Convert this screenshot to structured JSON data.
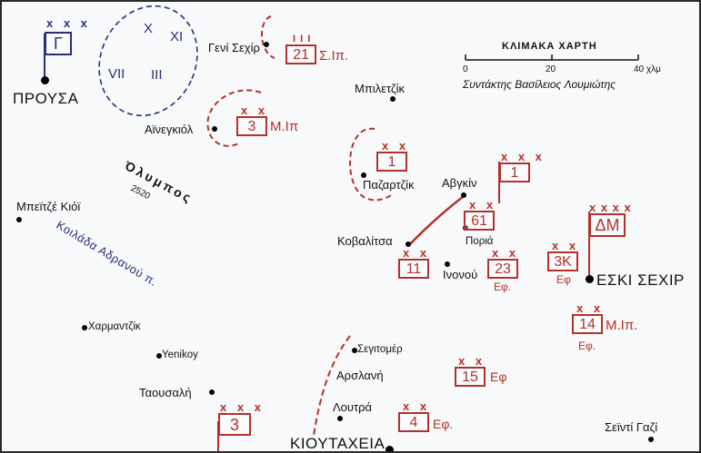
{
  "towns": {
    "prousa": "ΠΡΟΥΣΑ",
    "geni_sechir": "Γενί Σεχίρ",
    "ainegkiol": "Αϊνεγκιόλ",
    "mpiletzik": "Μπιλετζίκ",
    "pazartzik": "Παζαρτζίκ",
    "avgkin": "Αβγκίν",
    "poria": "Ποριά",
    "kovalitsa": "Κοβαλίτσα",
    "inonou": "Ινονού",
    "mpeitze_kioi": "Μπεϊτζέ Κιόϊ",
    "charmantzik": "Χαρμαντζίκ",
    "yenikoy": "Yenikoy",
    "taousanli": "Ταουσαλή",
    "segitomer": "Σεγιτομέρ",
    "arslani": "Αρσλανή",
    "loutra": "Λουτρά",
    "kioutacheia": "ΚΙΟΥΤΑΧΕΙΑ",
    "eski_sechir": "ΕΣΚΙ ΣΕΧΙΡ",
    "seiti_gazi": "Σεϊντί Γαζί"
  },
  "terrain": {
    "olympus_name": "Όλυμπος",
    "olympus_height": "2520",
    "valley": "Κοιλάδα Αδρανού π."
  },
  "scale": {
    "title": "ΚΛΙΜΑΚΑ ΧΑΡΤΗ",
    "t0": "0",
    "t1": "20",
    "t2": "40 χλμ",
    "author": "Συντάκτης Βασίλειος Λουμιώτης"
  },
  "turkish_units": {
    "corps_echelon": "x x x",
    "corps_label": "Γ",
    "roman_1": "X",
    "roman_2": "XI",
    "roman_3": "VII",
    "roman_4": "III"
  },
  "greek_units": {
    "u21": {
      "echelon": "I I I",
      "number": "21",
      "type": "Σ.Ιπ."
    },
    "u3mi": {
      "echelon": "x x",
      "number": "3",
      "type": "Μ.Ιπ"
    },
    "u1paz": {
      "echelon": "x x",
      "number": "1"
    },
    "u1corps": {
      "echelon": "x x x",
      "number": "1"
    },
    "u61": {
      "echelon": "x x",
      "number": "61"
    },
    "u11": {
      "echelon": "x x",
      "number": "11"
    },
    "u23": {
      "echelon": "x x",
      "number": "23",
      "type": "Εφ."
    },
    "u3k": {
      "echelon": "x x",
      "number": "3Κ",
      "type": "Εφ"
    },
    "udm": {
      "echelon": "x x x x",
      "number": "ΔΜ"
    },
    "u14": {
      "echelon": "x x",
      "number": "14",
      "type": "Μ.Ιπ.",
      "sub": "Εφ."
    },
    "u15": {
      "echelon": "x x",
      "number": "15",
      "type": "Εφ"
    },
    "u4": {
      "echelon": "x x",
      "number": "4",
      "type": "Εφ."
    },
    "u3corps": {
      "echelon": "x x x",
      "number": "3"
    }
  },
  "colors": {
    "greek": "#b4312a",
    "turkish": "#2b2f7a"
  }
}
